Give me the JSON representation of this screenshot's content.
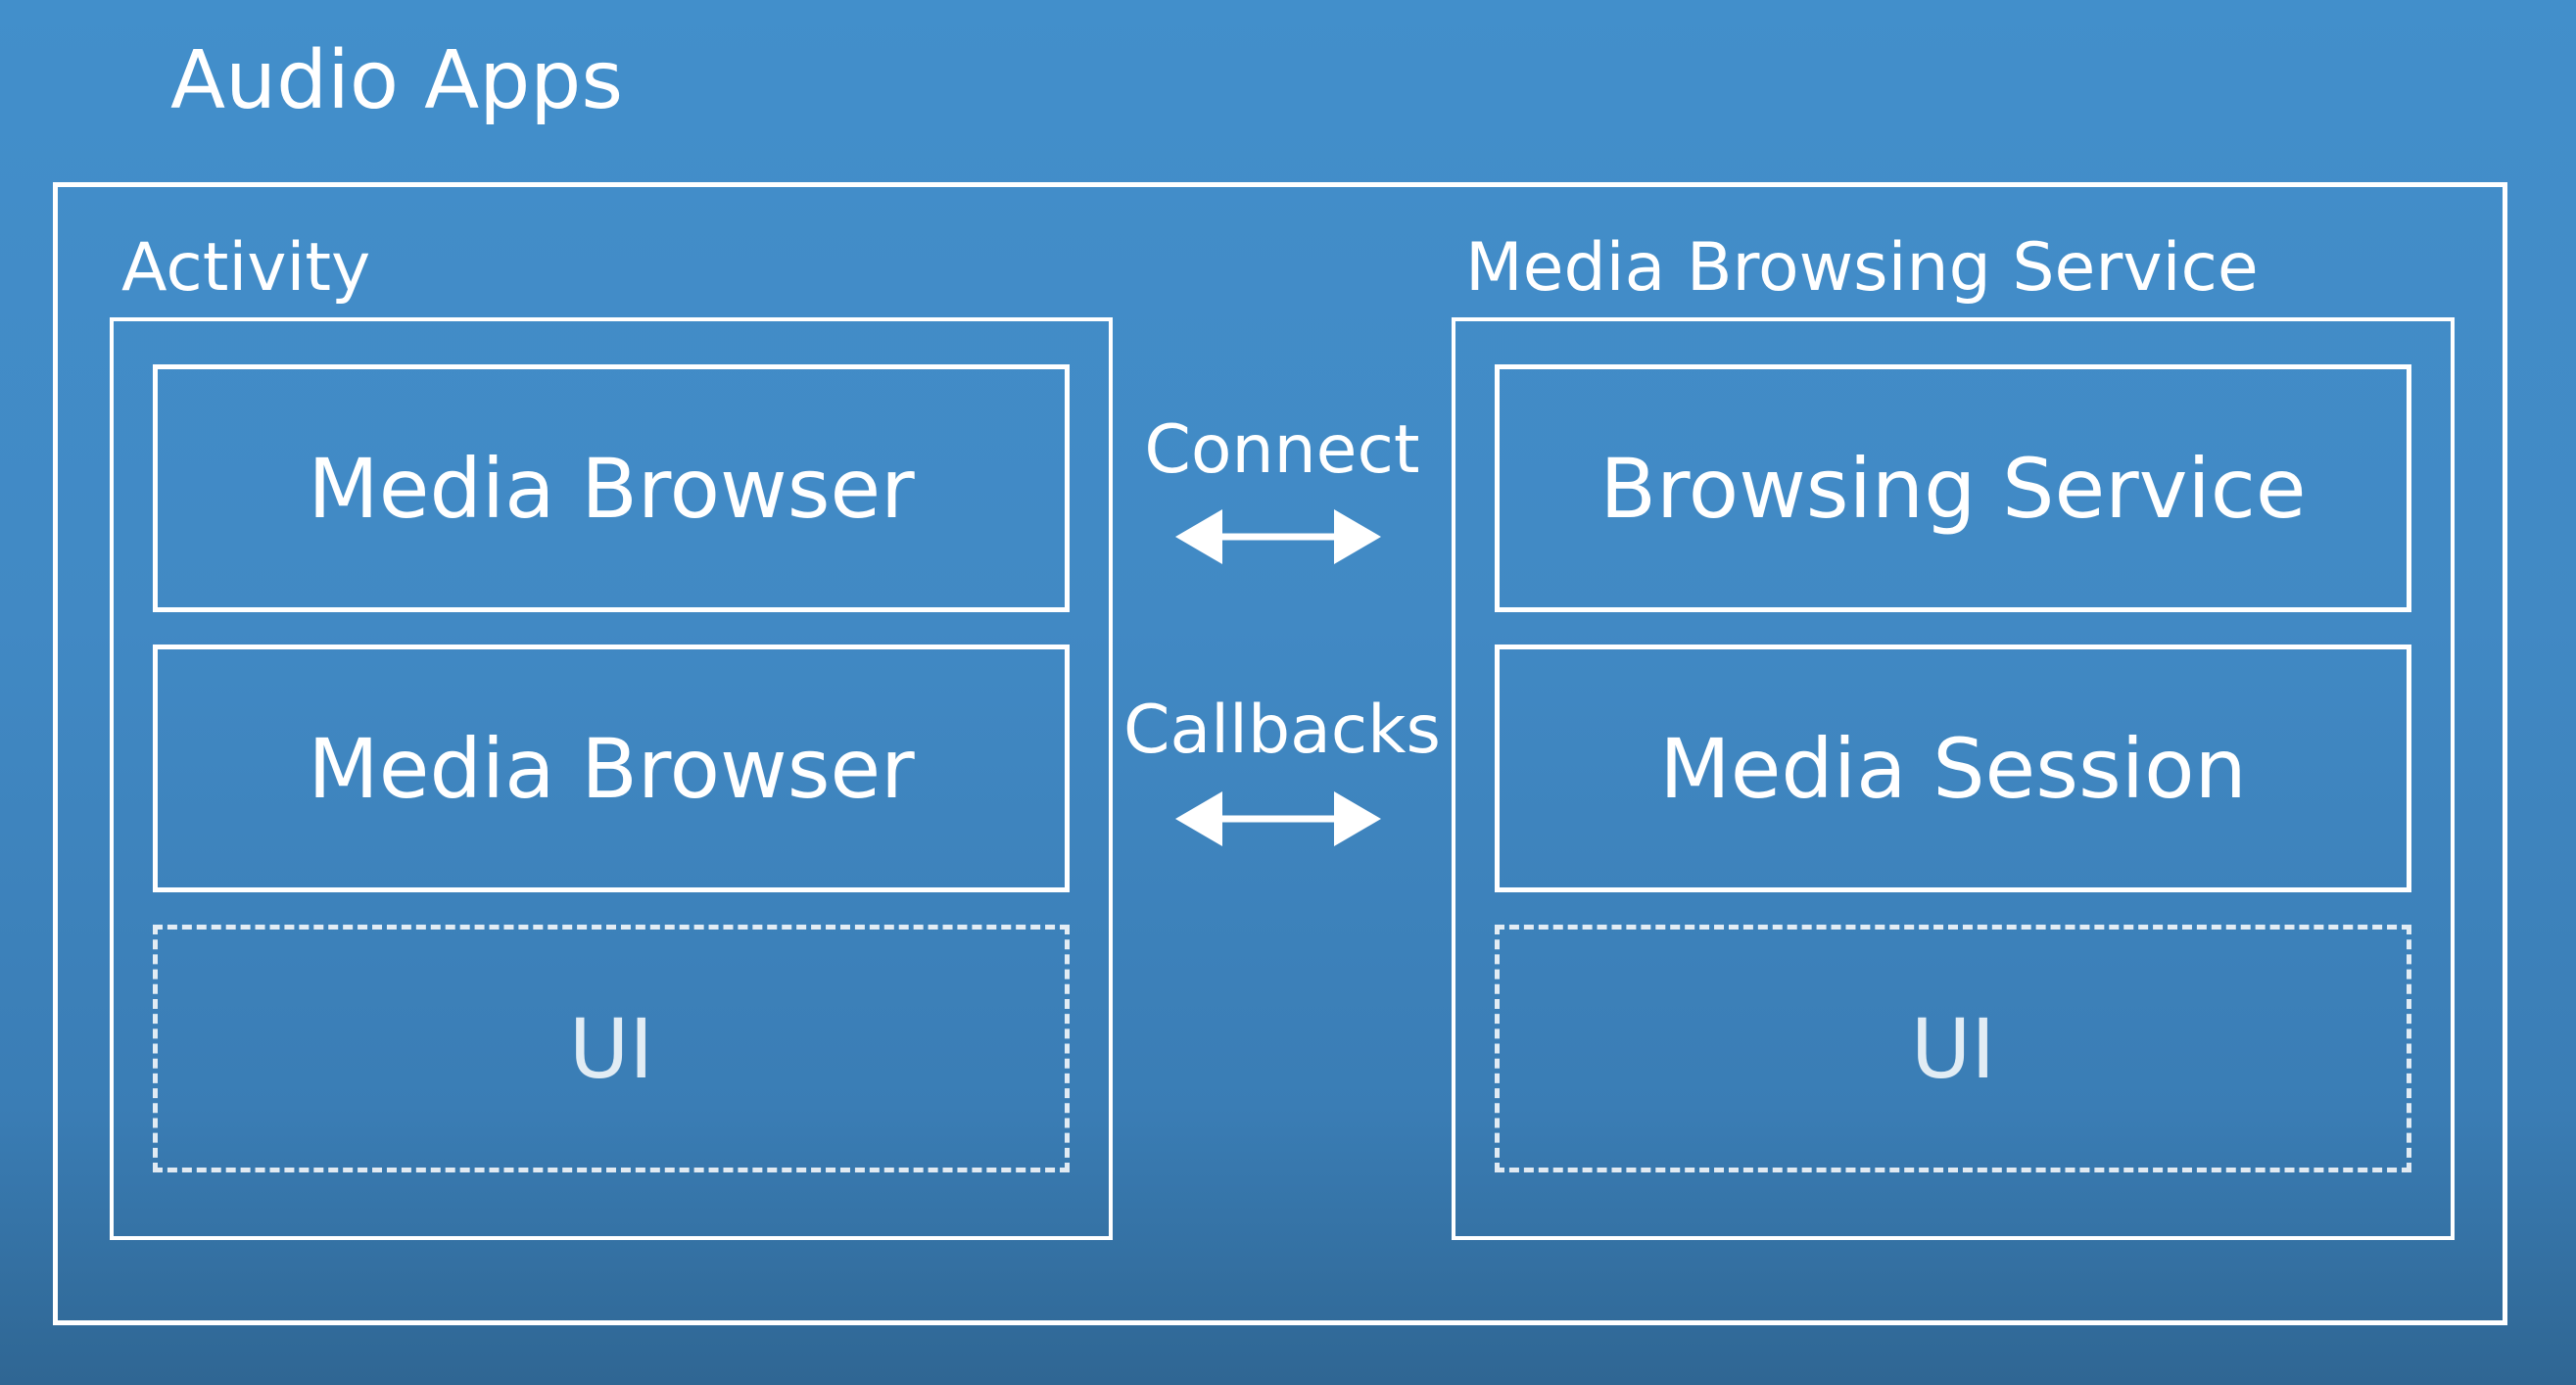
{
  "diagram": {
    "title": "Audio Apps",
    "activity": {
      "label": "Activity",
      "components": [
        "Media Browser",
        "Media Browser"
      ],
      "ui": "UI"
    },
    "service": {
      "label": "Media Browsing Service",
      "components": [
        "Browsing Service",
        "Media Session"
      ],
      "ui": "UI"
    },
    "connections": [
      {
        "label": "Connect",
        "direction": "bidirectional"
      },
      {
        "label": "Callbacks",
        "direction": "bidirectional"
      }
    ]
  },
  "colors": {
    "background_top": "#428fcb",
    "background_bottom": "#2f6693",
    "stroke": "#ffffff"
  }
}
